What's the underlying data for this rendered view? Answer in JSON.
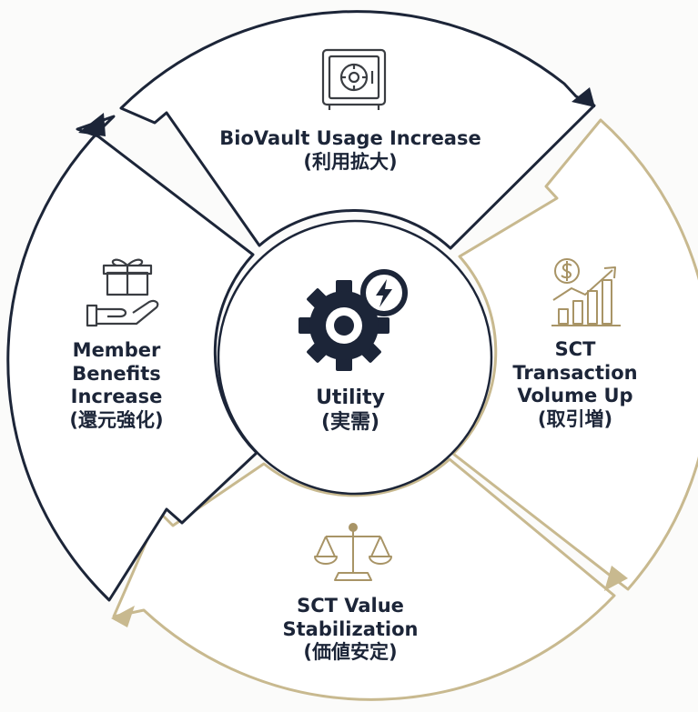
{
  "colors": {
    "navy": "#1c2538",
    "gold": "#c8b98f",
    "icon_gray": "#3a3d42",
    "icon_gold": "#a89466",
    "background": "#fbfbfa"
  },
  "center": {
    "icon": "gear-lightning-icon",
    "line1": "Utility",
    "line2": "(実需)"
  },
  "segments": [
    {
      "id": "top",
      "icon": "safe-vault-icon",
      "line1": "BioVault Usage Increase",
      "line2": "(利用拡大)",
      "outline_color": "navy"
    },
    {
      "id": "right",
      "icon": "dollar-growth-chart-icon",
      "line1": "SCT",
      "line2": "Transaction",
      "line3": "Volume Up",
      "line4": "(取引増)",
      "outline_color": "gold"
    },
    {
      "id": "bottom",
      "icon": "balance-scale-icon",
      "line1": "SCT Value",
      "line2": "Stabilization",
      "line3": "(価値安定)",
      "outline_color": "gold"
    },
    {
      "id": "left",
      "icon": "gift-hand-icon",
      "line1": "Member",
      "line2": "Benefits",
      "line3": "Increase",
      "line4": "(還元強化)",
      "outline_color": "navy"
    }
  ]
}
